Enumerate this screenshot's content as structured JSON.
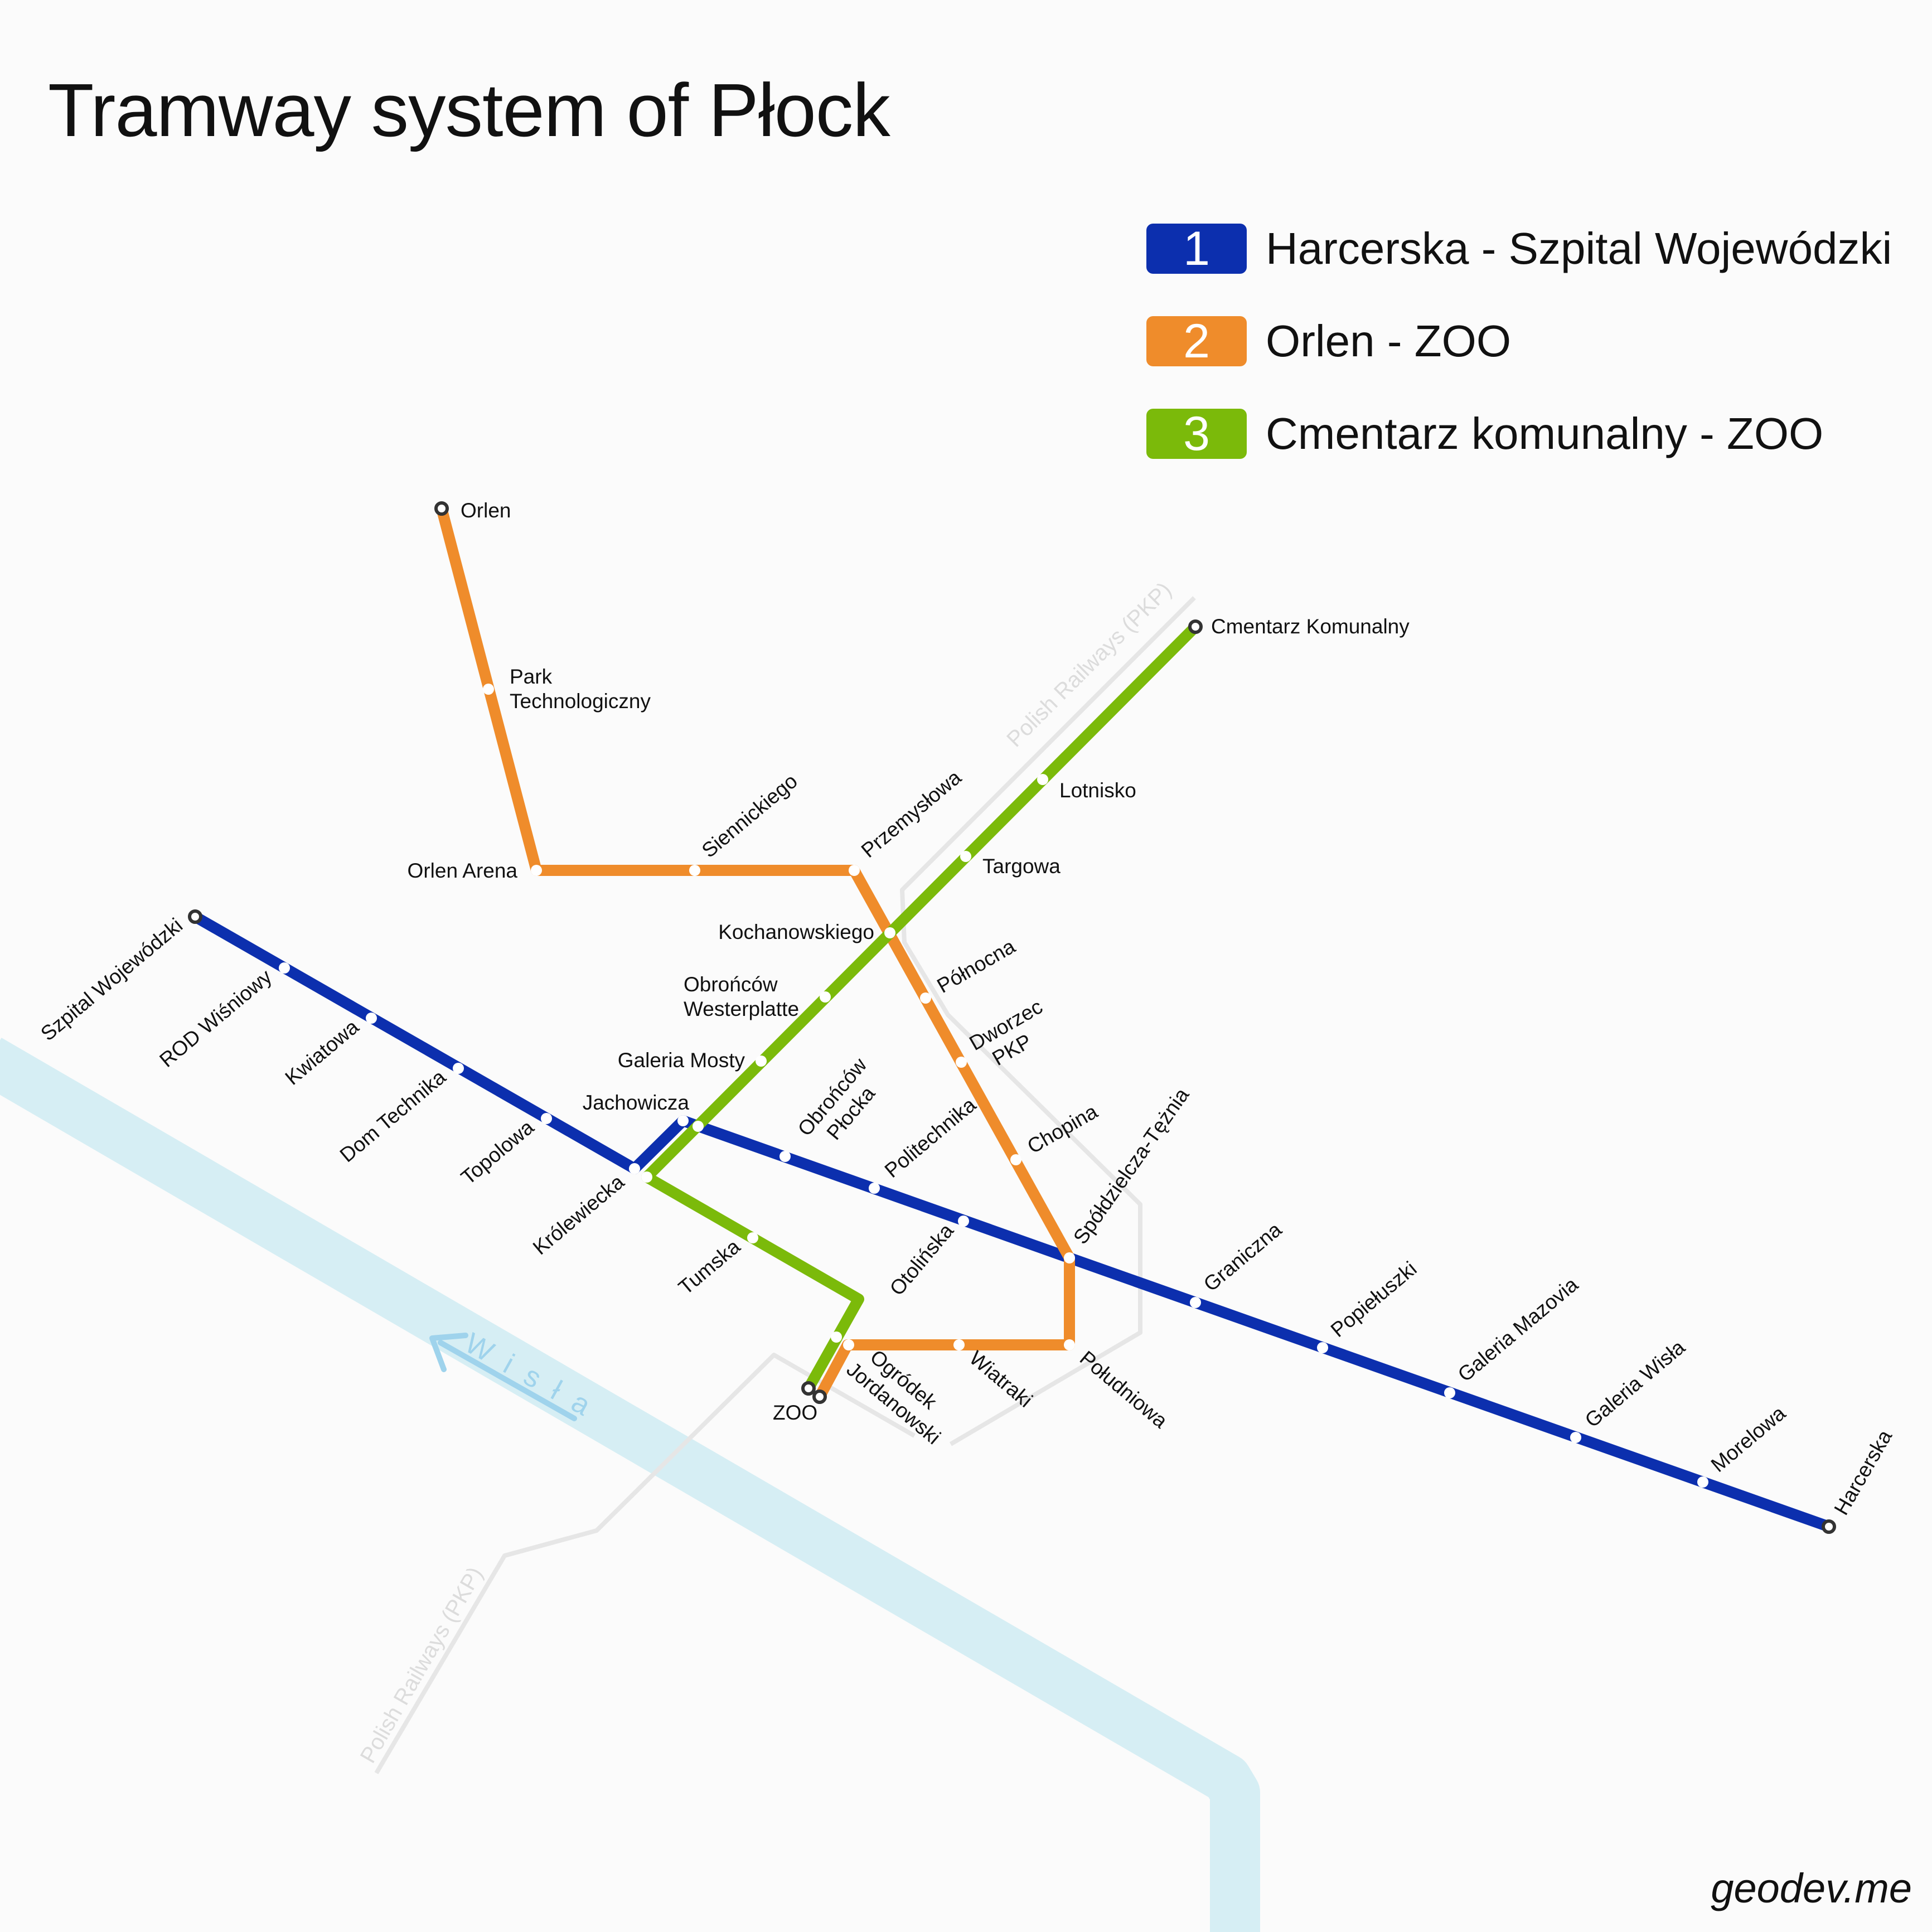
{
  "title": "Tramway system of Płock",
  "credit": "geodev.me",
  "colors": {
    "line1": "#0c2fae",
    "line2": "#ef8c2b",
    "line3": "#7bba0a",
    "river": "#d6eef4",
    "railway": "#e6e6e6",
    "background": "#fbfbfb"
  },
  "legend": [
    {
      "number": "1",
      "label": "Harcerska - Szpital Wojewódzki",
      "color": "#0c2fae"
    },
    {
      "number": "2",
      "label": "Orlen - ZOO",
      "color": "#ef8c2b"
    },
    {
      "number": "3",
      "label": "Cmentarz komunalny - ZOO",
      "color": "#7bba0a"
    }
  ],
  "river": {
    "name": "Wisła"
  },
  "railways": [
    {
      "label": "Polish Railways (PKP)"
    },
    {
      "label": "Polish Railways (PKP)"
    }
  ],
  "stations": [
    {
      "name": "Orlen"
    },
    {
      "name": "Park Technologiczny"
    },
    {
      "name": "Orlen Arena"
    },
    {
      "name": "Siennickiego"
    },
    {
      "name": "Przemysłowa"
    },
    {
      "name": "Cmentarz Komunalny"
    },
    {
      "name": "Lotnisko"
    },
    {
      "name": "Targowa"
    },
    {
      "name": "Kochanowskiego"
    },
    {
      "name": "Północna"
    },
    {
      "name": "Obrońców Westerplatte"
    },
    {
      "name": "Dworzec PKP"
    },
    {
      "name": "Galeria Mosty"
    },
    {
      "name": "Jachowicza"
    },
    {
      "name": "Obrońców Płocka"
    },
    {
      "name": "Politechnika"
    },
    {
      "name": "Chopina"
    },
    {
      "name": "Spółdzielcza-Tężnia"
    },
    {
      "name": "Szpital Wojewódzki"
    },
    {
      "name": "ROD Wiśniowy"
    },
    {
      "name": "Kwiatowa"
    },
    {
      "name": "Dom Technika"
    },
    {
      "name": "Topolowa"
    },
    {
      "name": "Królewiecka"
    },
    {
      "name": "Tumska"
    },
    {
      "name": "Otolińska"
    },
    {
      "name": "Graniczna"
    },
    {
      "name": "Popiełuszki"
    },
    {
      "name": "Galeria Mazovia"
    },
    {
      "name": "Galeria Wisła"
    },
    {
      "name": "Morelowa"
    },
    {
      "name": "Harcerska"
    },
    {
      "name": "ZOO"
    },
    {
      "name": "Ogródek Jordanowski"
    },
    {
      "name": "Wiatraki"
    },
    {
      "name": "Południowa"
    }
  ]
}
